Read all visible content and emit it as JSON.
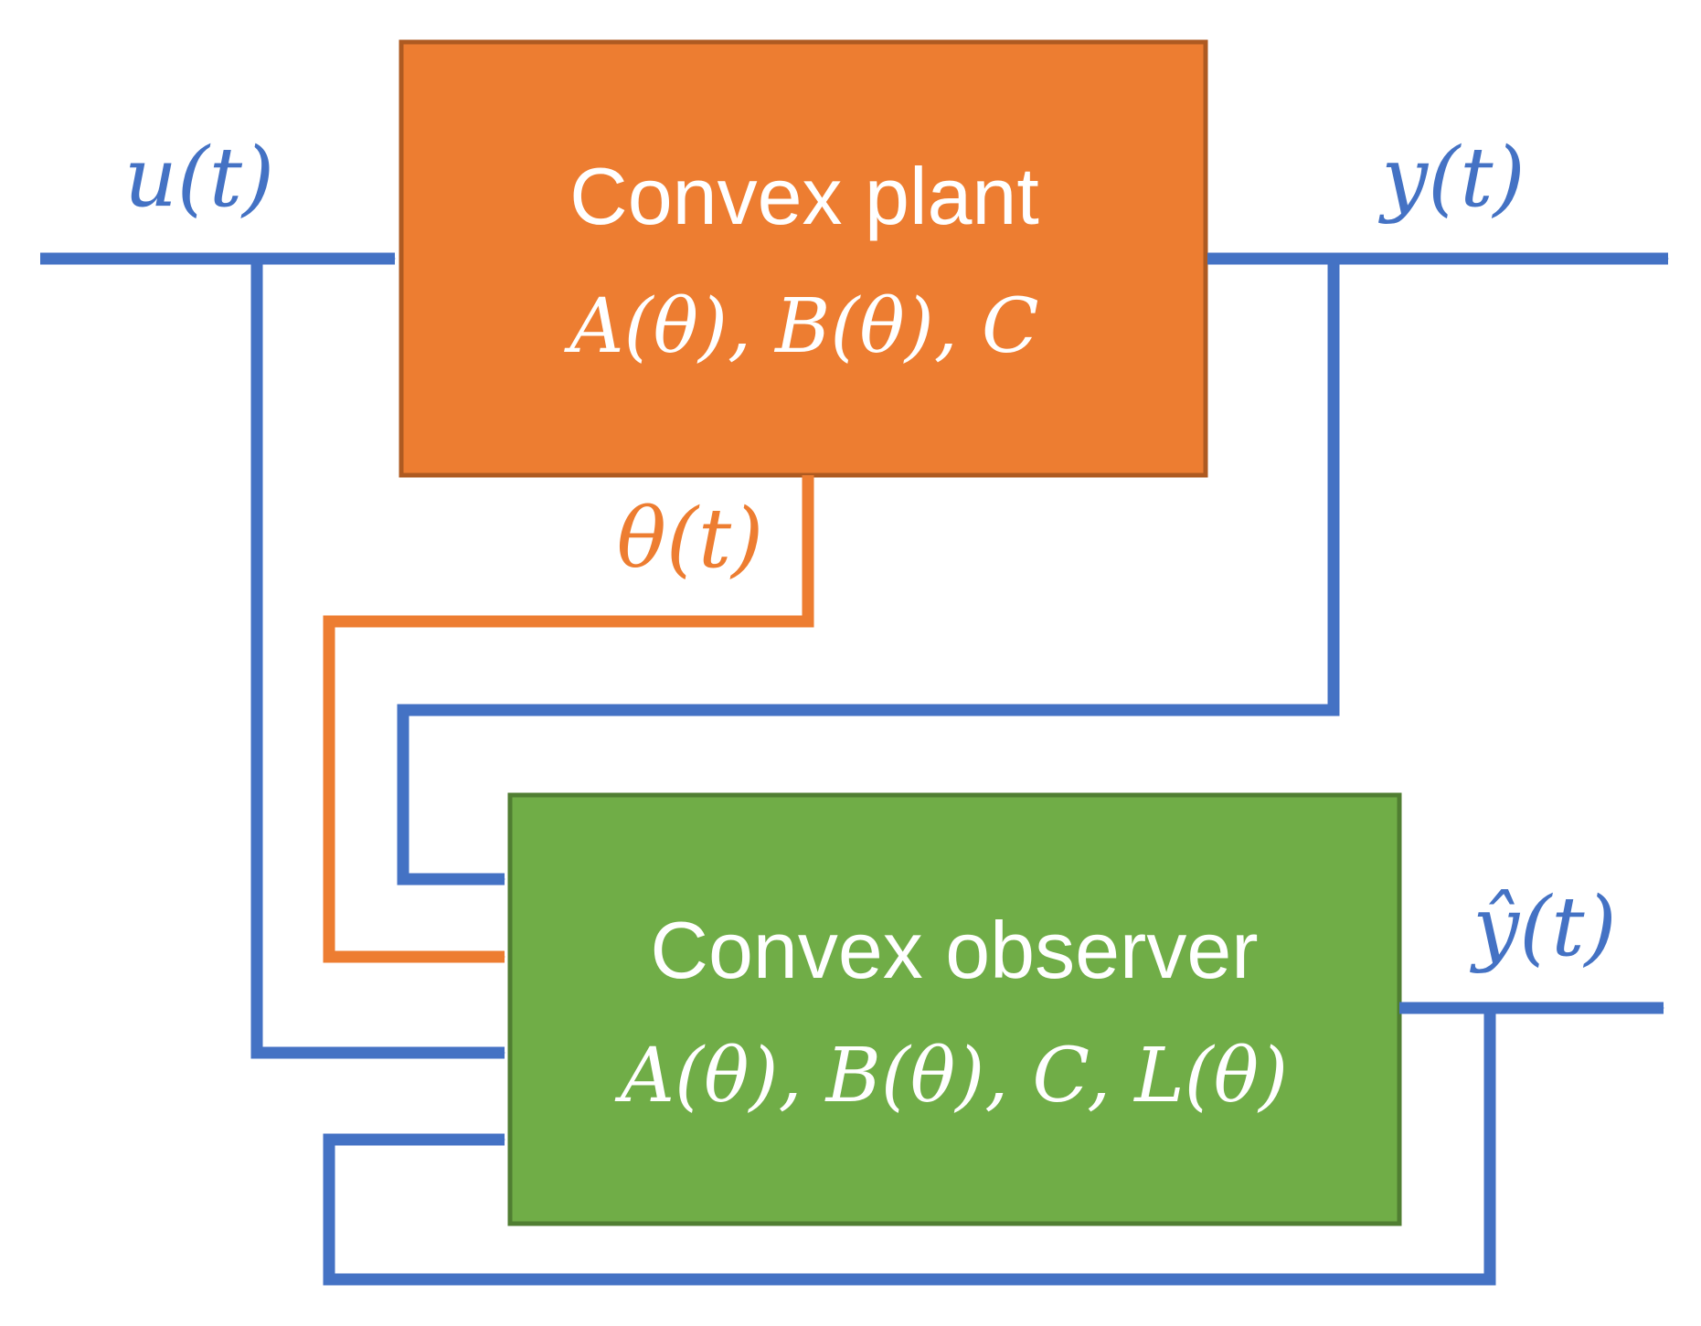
{
  "colors": {
    "signal_blue": "#4472c4",
    "param_orange": "#ed7d31",
    "plant_fill": "#ed7d31",
    "plant_border": "#ae5a21",
    "observer_fill": "#70ad47",
    "observer_border": "#507e32",
    "text_on_box": "#ffffff"
  },
  "plant": {
    "title": "Convex plant",
    "matrices": "A(θ), B(θ), C"
  },
  "observer": {
    "title": "Convex observer",
    "matrices": "A(θ), B(θ), C, L(θ)"
  },
  "signals": {
    "input": "u(t)",
    "output": "y(t)",
    "parameter": "θ(t)",
    "estimate": "ŷ(t)"
  }
}
